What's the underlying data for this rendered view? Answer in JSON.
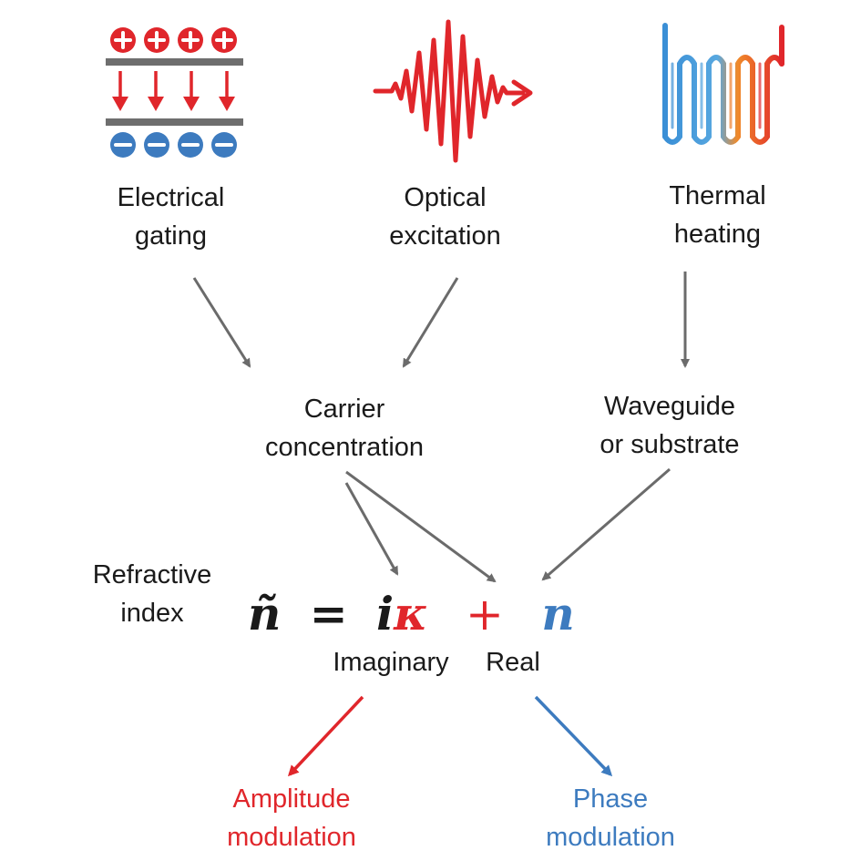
{
  "sources": {
    "electrical": {
      "line1": "Electrical",
      "line2": "gating",
      "plus": "+",
      "minus": "−"
    },
    "optical": {
      "line1": "Optical",
      "line2": "excitation"
    },
    "thermal": {
      "line1": "Thermal",
      "line2": "heating"
    }
  },
  "intermediate": {
    "carrier": {
      "line1": "Carrier",
      "line2": "concentration"
    },
    "waveguide": {
      "line1": "Waveguide",
      "line2": "or substrate"
    }
  },
  "refractive": {
    "line1": "Refractive",
    "line2": "index"
  },
  "equation": {
    "n_tilde": "ñ",
    "equals": "=",
    "i": "i",
    "kappa": "κ",
    "plus": "+",
    "n": "n"
  },
  "parts": {
    "imaginary": "Imaginary",
    "real": "Real"
  },
  "outputs": {
    "amplitude": {
      "line1": "Amplitude",
      "line2": "modulation"
    },
    "phase": {
      "line1": "Phase",
      "line2": "modulation"
    }
  },
  "colors": {
    "red": "#e0262b",
    "blue": "#3d7bbf",
    "gray_arrow": "#6b6b6b",
    "plate": "#6e6e6e"
  }
}
